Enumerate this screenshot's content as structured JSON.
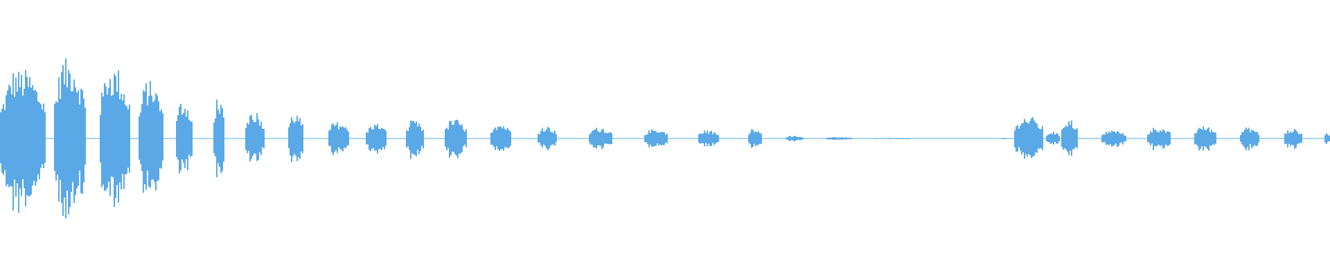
{
  "waveform": {
    "color": "#5aa9e6",
    "background": "#ffffff",
    "sample_count": 960,
    "clusters": [
      {
        "start": 0.0,
        "end": 0.034,
        "amplitude": 0.5
      },
      {
        "start": 0.04,
        "end": 0.064,
        "amplitude": 0.58
      },
      {
        "start": 0.074,
        "end": 0.097,
        "amplitude": 0.52
      },
      {
        "start": 0.104,
        "end": 0.122,
        "amplitude": 0.42
      },
      {
        "start": 0.132,
        "end": 0.144,
        "amplitude": 0.28
      },
      {
        "start": 0.16,
        "end": 0.168,
        "amplitude": 0.3
      },
      {
        "start": 0.184,
        "end": 0.198,
        "amplitude": 0.2
      },
      {
        "start": 0.216,
        "end": 0.228,
        "amplitude": 0.18
      },
      {
        "start": 0.246,
        "end": 0.262,
        "amplitude": 0.12
      },
      {
        "start": 0.275,
        "end": 0.29,
        "amplitude": 0.11
      },
      {
        "start": 0.305,
        "end": 0.318,
        "amplitude": 0.13
      },
      {
        "start": 0.334,
        "end": 0.35,
        "amplitude": 0.14
      },
      {
        "start": 0.368,
        "end": 0.384,
        "amplitude": 0.11
      },
      {
        "start": 0.404,
        "end": 0.418,
        "amplitude": 0.09
      },
      {
        "start": 0.442,
        "end": 0.46,
        "amplitude": 0.08
      },
      {
        "start": 0.484,
        "end": 0.502,
        "amplitude": 0.07
      },
      {
        "start": 0.524,
        "end": 0.54,
        "amplitude": 0.06
      },
      {
        "start": 0.562,
        "end": 0.572,
        "amplitude": 0.07
      },
      {
        "start": 0.59,
        "end": 0.604,
        "amplitude": 0.02
      },
      {
        "start": 0.62,
        "end": 0.64,
        "amplitude": 0.01
      },
      {
        "start": 0.65,
        "end": 0.695,
        "amplitude": 0.004
      },
      {
        "start": 0.74,
        "end": 0.742,
        "amplitude": 0.003
      },
      {
        "start": 0.75,
        "end": 0.76,
        "amplitude": 0.004
      },
      {
        "start": 0.762,
        "end": 0.784,
        "amplitude": 0.16
      },
      {
        "start": 0.786,
        "end": 0.796,
        "amplitude": 0.05
      },
      {
        "start": 0.797,
        "end": 0.81,
        "amplitude": 0.14
      },
      {
        "start": 0.828,
        "end": 0.846,
        "amplitude": 0.06
      },
      {
        "start": 0.862,
        "end": 0.88,
        "amplitude": 0.08
      },
      {
        "start": 0.897,
        "end": 0.914,
        "amplitude": 0.09
      },
      {
        "start": 0.932,
        "end": 0.946,
        "amplitude": 0.08
      },
      {
        "start": 0.965,
        "end": 0.979,
        "amplitude": 0.07
      },
      {
        "start": 0.995,
        "end": 1.0,
        "amplitude": 0.04
      }
    ]
  }
}
